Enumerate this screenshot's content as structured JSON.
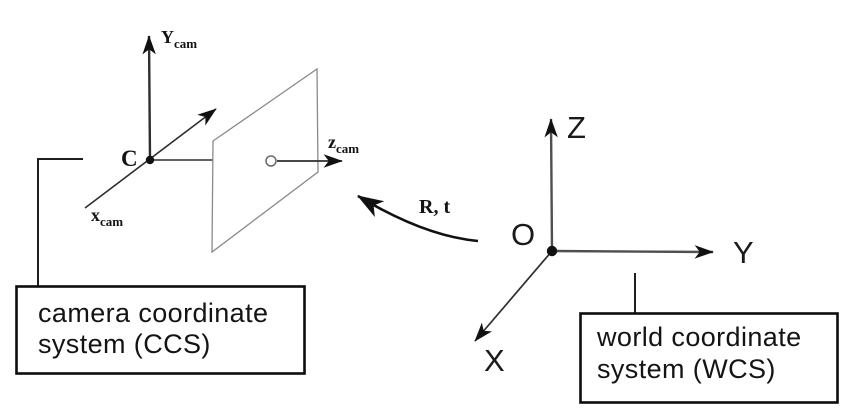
{
  "camera": {
    "origin_label": "C",
    "axis_x": {
      "base": "x",
      "sub": "cam"
    },
    "axis_y": {
      "base": "Y",
      "sub": "cam"
    },
    "axis_z": {
      "base": "z",
      "sub": "cam"
    }
  },
  "world": {
    "origin_label": "O",
    "axis_x_label": "X",
    "axis_y_label": "Y",
    "axis_z_label": "Z"
  },
  "transform_label": "R, t",
  "ccs_box": {
    "line1": "camera coordinate",
    "line2": "system (CCS)"
  },
  "wcs_box": {
    "line1": "world coordinate",
    "line2": "system (WCS)"
  },
  "colors": {
    "ink": "#141414",
    "axis_gray": "#4f4f4f",
    "plane_gray": "#8a8a8a",
    "background": "#ffffff"
  }
}
